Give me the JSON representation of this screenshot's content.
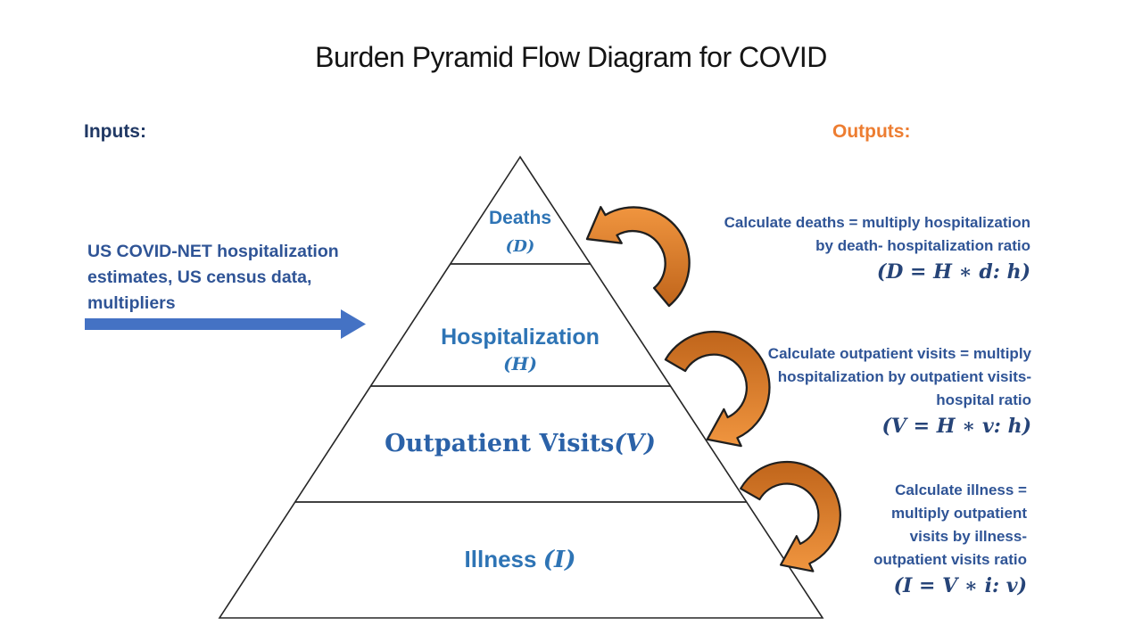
{
  "title": "Burden Pyramid Flow Diagram for COVID",
  "inputs": {
    "label": "Inputs:",
    "description": "US COVID-NET hospitalization\nestimates, US census data,\nmultipliers"
  },
  "outputs": {
    "label": "Outputs:",
    "steps": [
      {
        "text": "Calculate deaths = multiply hospitalization\nby death- hospitalization ratio",
        "formula": "(D = H ∗ d: h)"
      },
      {
        "text": "Calculate outpatient visits = multiply\nhospitalization by outpatient visits-\nhospital ratio",
        "formula": "(V = H ∗ v: h)"
      },
      {
        "text": "Calculate illness =\nmultiply outpatient\nvisits by illness-\noutpatient visits ratio",
        "formula": "(I = V ∗ i: v)"
      }
    ]
  },
  "pyramid": {
    "levels": [
      {
        "label": "Deaths",
        "symbol": "(D)"
      },
      {
        "label": "Hospitalization",
        "symbol": "(H)"
      },
      {
        "label": "Outpatient Visits",
        "symbol": "(V)"
      },
      {
        "label": "Illness",
        "symbol": "(I)"
      }
    ]
  },
  "colors": {
    "label_blue": "#2E74B5",
    "text_blue": "#2F5496",
    "dark_navy": "#203864",
    "formula_navy": "#264478",
    "arrow_blue": "#4472C4",
    "orange": "#ED7D31",
    "orange_dark": "#C0651B",
    "outline_black": "#1f1f1f"
  }
}
